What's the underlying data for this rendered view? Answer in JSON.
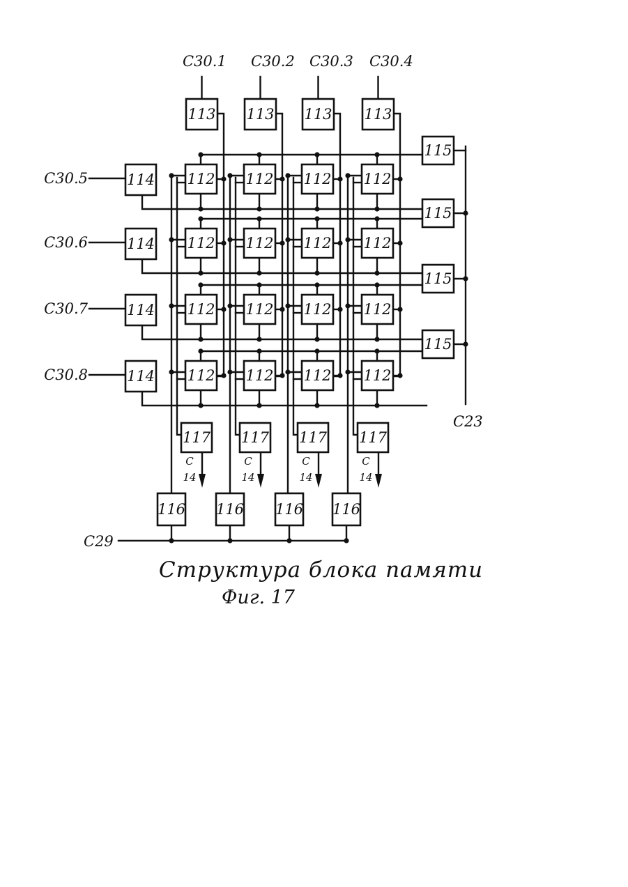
{
  "diagram": {
    "columns_top_labels": [
      "C30.1",
      "C30.2",
      "C30.3",
      "C30.4"
    ],
    "rows_left_labels": [
      "C30.5",
      "C30.6",
      "C30.7",
      "C30.8"
    ],
    "block_113": "113",
    "block_114": "114",
    "block_112": "112",
    "block_115": "115",
    "block_116": "116",
    "block_117": "117",
    "right_bus_label": "C23",
    "bottom_bus_label": "C29",
    "output_label_top": "C",
    "output_label_bottom": "14"
  },
  "caption": {
    "title": "Структура блока памяти",
    "figure": "Фиг. 17"
  }
}
